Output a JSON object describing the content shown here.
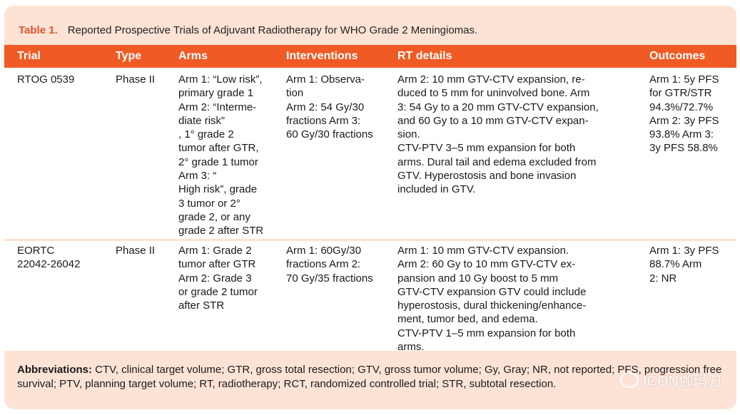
{
  "caption": {
    "number": "Table 1.",
    "title": "Reported Prospective Trials of Adjuvant Radiotherapy for WHO Grade 2 Meningiomas."
  },
  "columns": [
    "Trial",
    "Type",
    "Arms",
    "Interventions",
    "RT details",
    "Outcomes"
  ],
  "rows": [
    {
      "trial": "RTOG 0539",
      "type": "Phase II",
      "arms": "Arm 1: “Low risk”,\nprimary grade 1\nArm 2: “Interme-\ndiate risk”\n, 1° grade 2\ntumor after GTR,\n2° grade 1 tumor\nArm 3: “\nHigh risk”, grade\n3 tumor or 2°\ngrade 2, or any\ngrade 2 after STR",
      "interventions": "Arm 1: Observa-\ntion\nArm 2: 54 Gy/30\nfractions Arm 3:\n60 Gy/30 fractions",
      "rt": "Arm 2: 10 mm GTV-CTV expansion, re-\nduced to 5 mm for uninvolved bone. Arm\n3: 54 Gy to a 20 mm GTV-CTV expansion,\nand 60 Gy to a 10 mm GTV-CTV expan-\nsion.\nCTV-PTV 3–5 mm expansion for both\narms. Dural tail and edema excluded from\nGTV. Hyperostosis and bone invasion\nincluded in GTV.",
      "outcomes": "Arm 1: 5y PFS\nfor GTR/STR\n94.3%/72.7%\nArm 2: 3y PFS\n93.8% Arm 3:\n3y PFS 58.8%"
    },
    {
      "trial": "EORTC\n22042-26042",
      "type": "Phase II",
      "arms": "Arm 1: Grade 2\ntumor after GTR\nArm 2: Grade 3\nor grade 2 tumor\nafter STR",
      "interventions": "Arm 1: 60Gy/30\nfractions Arm 2:\n70 Gy/35 fractions",
      "rt": "Arm 1: 10 mm GTV-CTV expansion.\nArm 2: 60 Gy to 10 mm GTV-CTV ex-\npansion and 10 Gy boost to 5 mm\nGTV-CTV expansion GTV could include\nhyperostosis, dural thickening/enhance-\nment, tumor bed, and edema.\nCTV-PTV 1–5 mm expansion for both\narms.",
      "outcomes": "Arm 1: 3y PFS\n88.7% Arm\n2: NR"
    }
  ],
  "abbreviations": {
    "label": "Abbreviations:",
    "text": " CTV, clinical target volume; GTR, gross total resection; GTV, gross tumor volume; Gy, Gray; NR, not reported; PFS, progression free survival; PTV, planning target volume; RT, radiotherapy; RCT, randomized controlled trial; STR, subtotal resection."
  },
  "watermark": {
    "text": "ICON伽玛刀",
    "icon": "wechat-icon"
  }
}
